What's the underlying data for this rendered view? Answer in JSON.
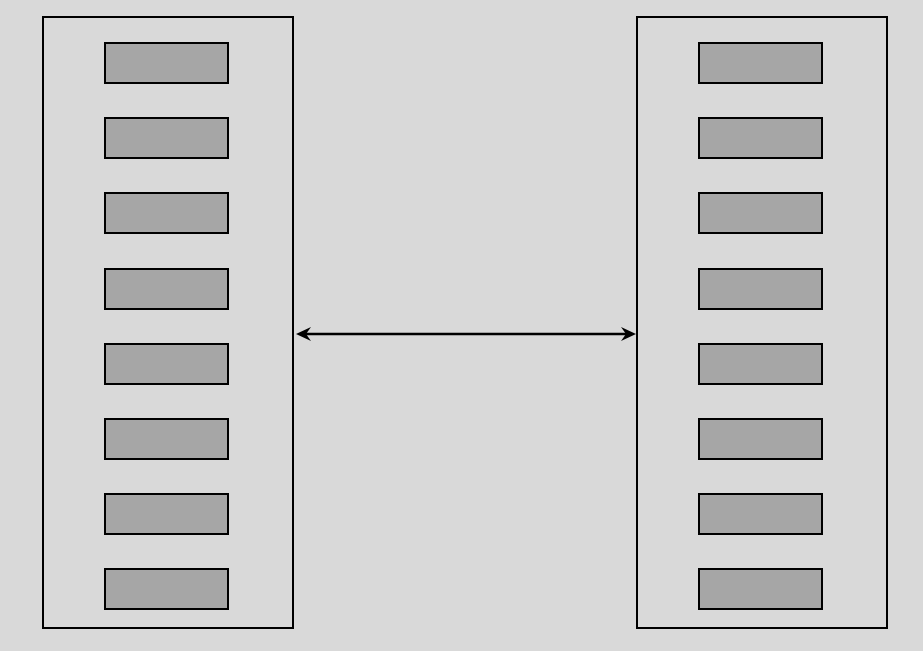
{
  "diagram": {
    "colors": {
      "background": "#d9d9d9",
      "slot_fill": "#a6a6a6",
      "stroke": "#000000"
    },
    "left_rack": {
      "slot_count": 8
    },
    "right_rack": {
      "slot_count": 8
    },
    "connector": {
      "style": "bidirectional-arrow"
    }
  }
}
